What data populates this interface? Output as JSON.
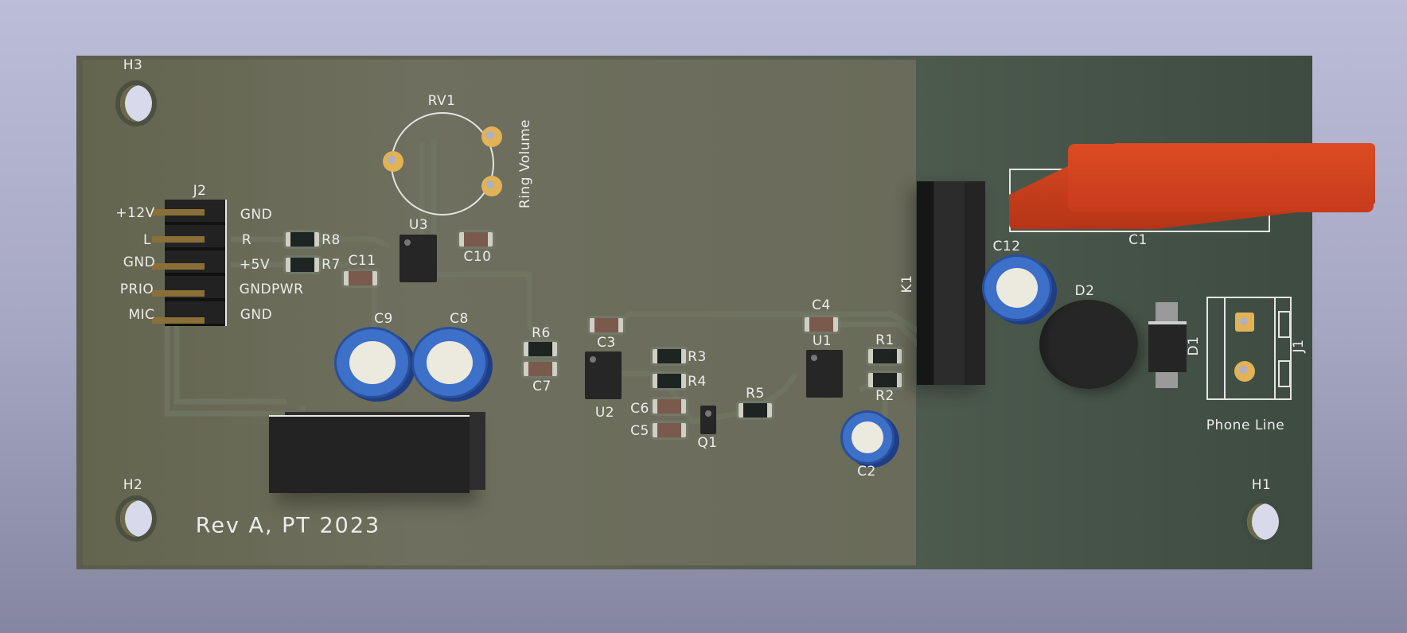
{
  "title": "PCB 3D view",
  "board_text": "Rev A, PT 2023",
  "mounting_holes": {
    "h1": "H1",
    "h2": "H2",
    "h3": "H3"
  },
  "potentiometer": {
    "ref": "RV1",
    "label": "Ring Volume"
  },
  "header_j2": {
    "ref": "J2",
    "left_pins": [
      "+12V",
      "L",
      "GND",
      "PRIO",
      "MIC"
    ],
    "right_pins": [
      "GND",
      "R",
      "+5V",
      "GNDPWR",
      "GND"
    ]
  },
  "resistors": {
    "r1": "R1",
    "r2": "R2",
    "r3": "R3",
    "r4": "R4",
    "r5": "R5",
    "r6": "R6",
    "r7": "R7",
    "r8": "R8"
  },
  "capacitors": {
    "c1": "C1",
    "c2": "C2",
    "c3": "C3",
    "c4": "C4",
    "c5": "C5",
    "c6": "C6",
    "c7": "C7",
    "c8": "C8",
    "c9": "C9",
    "c10": "C10",
    "c11": "C11",
    "c12": "C12"
  },
  "ics": {
    "u1": "U1",
    "u2": "U2",
    "u3": "U3"
  },
  "transistor": "Q1",
  "relay": "K1",
  "diodes": {
    "d1": "D1",
    "d2": "D2"
  },
  "connector_j1": {
    "ref": "J1",
    "label": "Phone Line"
  },
  "colors": {
    "board": "#5f6250",
    "silkscreen": "#ececec",
    "pad": "#e1b256",
    "c1_body": "#cc3a1e",
    "electrolytic": "#3d70c8"
  }
}
